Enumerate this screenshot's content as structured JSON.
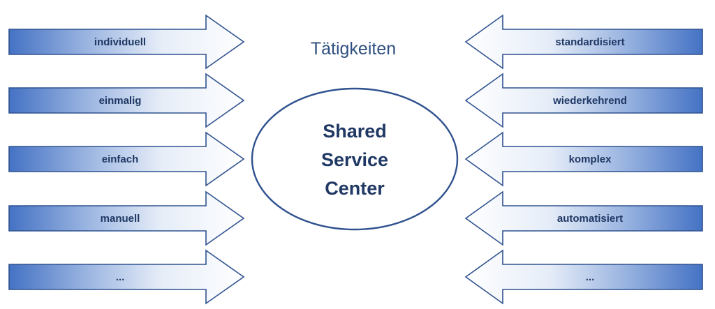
{
  "title": "Tätigkeiten",
  "center": {
    "lines": [
      "Shared",
      "Service",
      "Center"
    ]
  },
  "left_arrows": [
    {
      "label": "individuell"
    },
    {
      "label": "einmalig"
    },
    {
      "label": "einfach"
    },
    {
      "label": "manuell"
    },
    {
      "label": "..."
    }
  ],
  "right_arrows": [
    {
      "label": "standardisiert"
    },
    {
      "label": "wiederkehrend"
    },
    {
      "label": "komplex"
    },
    {
      "label": "automatisiert"
    },
    {
      "label": "..."
    }
  ],
  "colors": {
    "arrow_fill_start": "#4472c4",
    "arrow_fill_mid": "#c9d7ee",
    "arrow_fill_end": "#ffffff",
    "outline": "#2f528f",
    "text": "#1f3864"
  }
}
